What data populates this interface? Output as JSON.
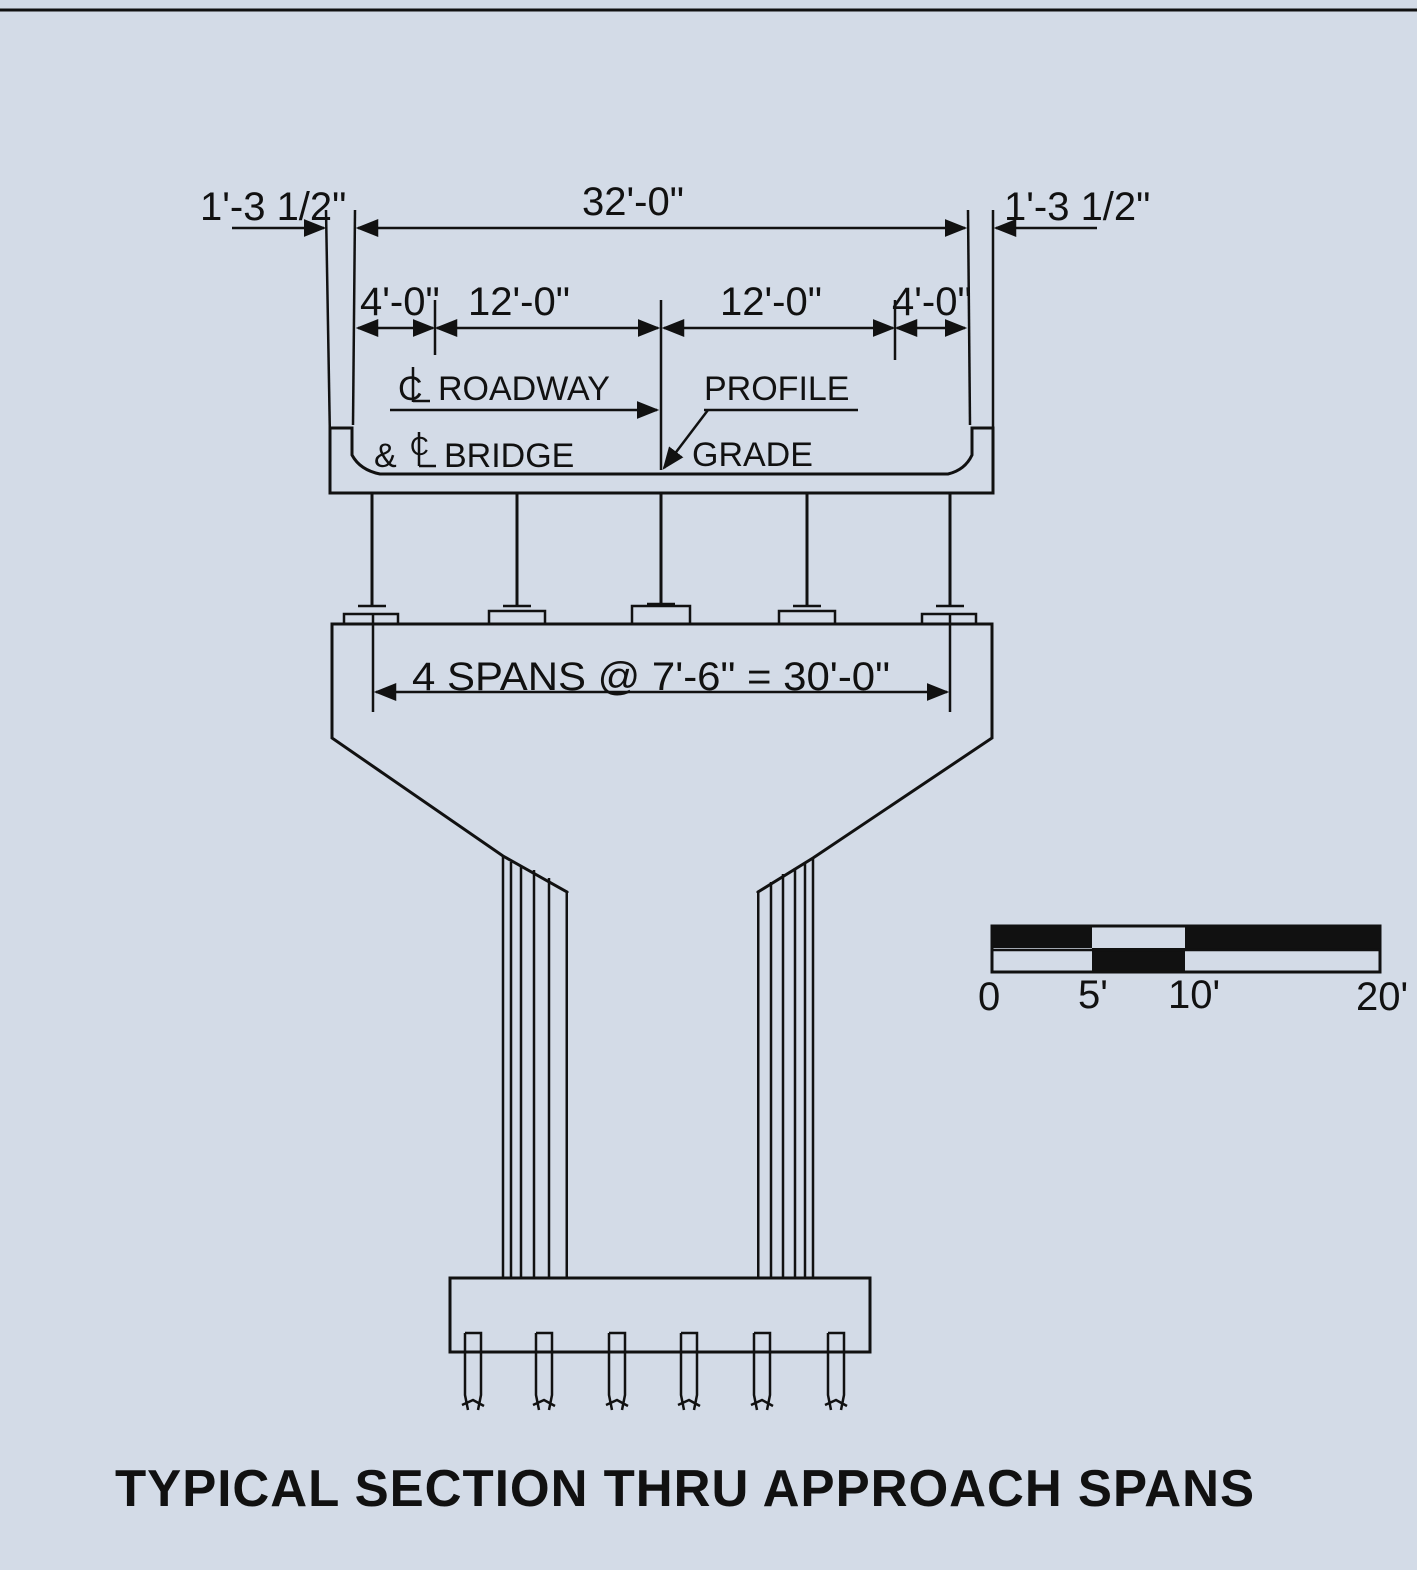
{
  "drawing": {
    "dimensions": {
      "overall_width": "32'-0\"",
      "left_curb": "1'-3 1/2\"",
      "right_curb": "1'-3 1/2\"",
      "sidewalk_left": "4'-0\"",
      "lane_left": "12'-0\"",
      "lane_right": "12'-0\"",
      "sidewalk_right": "4'-0\"",
      "beam_spacing": "4 SPANS @ 7'-6\" = 30'-0\""
    },
    "labels": {
      "centerline_roadway": "ROADWAY",
      "centerline_bridge": "BRIDGE",
      "profile_1": "PROFILE",
      "profile_2": "GRADE"
    },
    "scale": {
      "labels": [
        "0",
        "5'",
        "10'",
        "20'"
      ]
    },
    "title": "TYPICAL SECTION THRU APPROACH SPANS"
  }
}
